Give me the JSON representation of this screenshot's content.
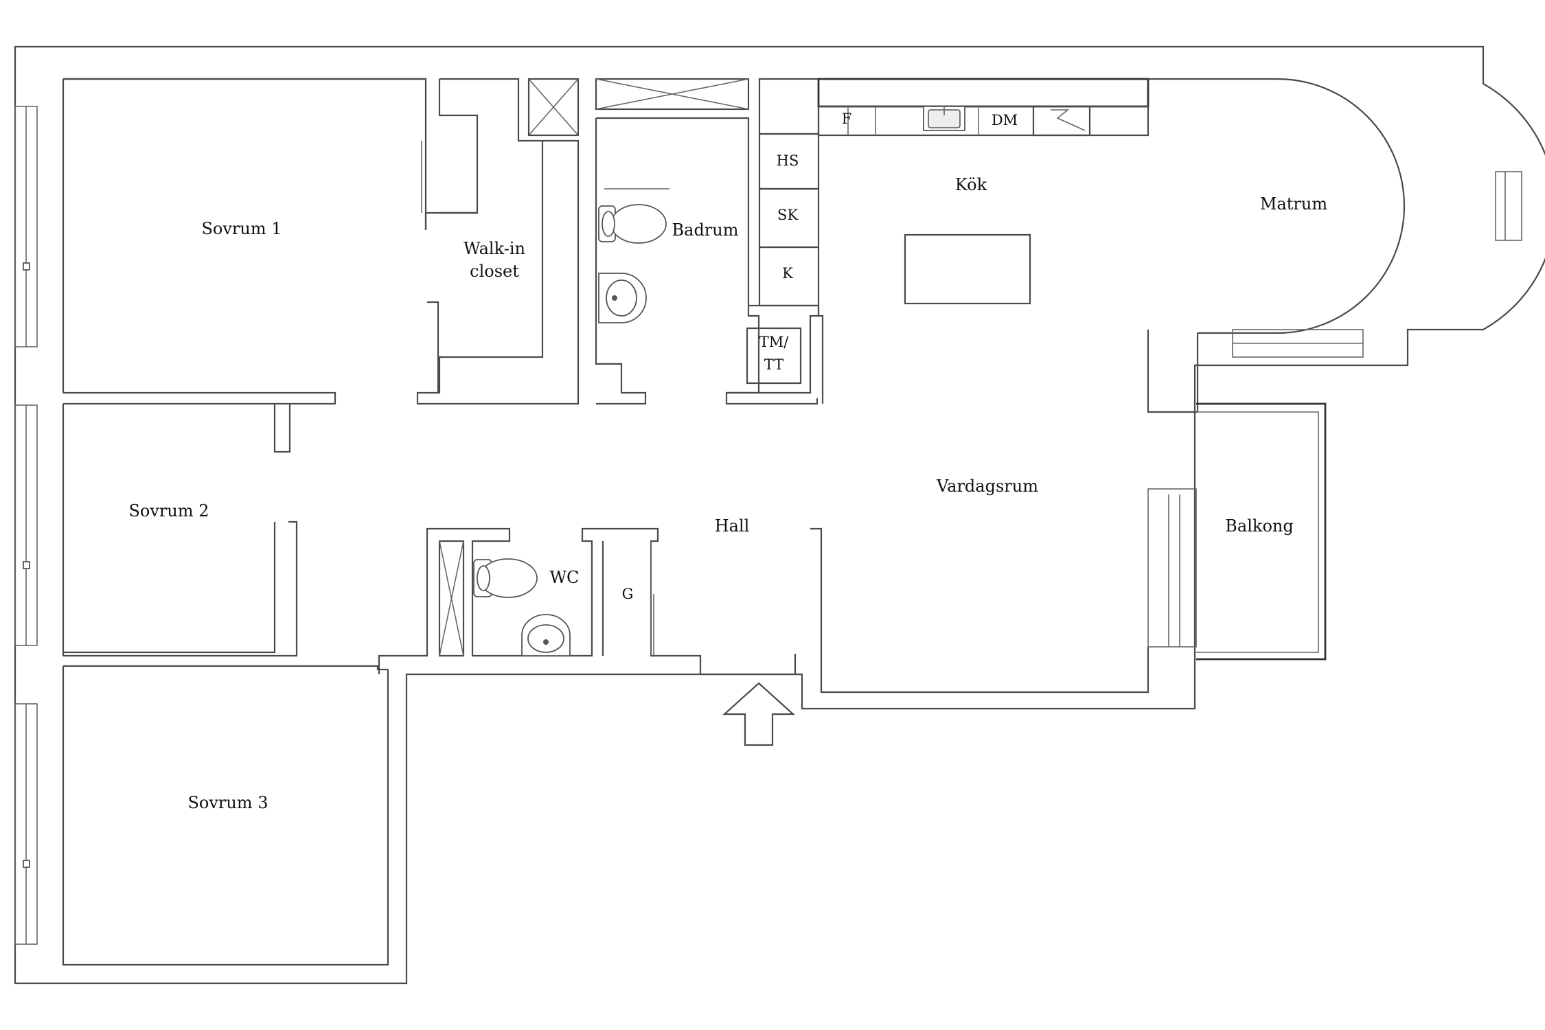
{
  "plan": {
    "rooms": {
      "sovrum1": "Sovrum 1",
      "sovrum2": "Sovrum 2",
      "sovrum3": "Sovrum 3",
      "walkin_line1": "Walk-in",
      "walkin_line2": "closet",
      "badrum": "Badrum",
      "kok": "Kök",
      "matrum": "Matrum",
      "vardagsrum": "Vardagsrum",
      "hall": "Hall",
      "wc": "WC",
      "balkong": "Balkong"
    },
    "fixtures": {
      "hs": "HS",
      "sk": "SK",
      "k": "K",
      "tmtt_line1": "TM/",
      "tmtt_line2": "TT",
      "f": "F",
      "dm": "DM",
      "g": "G"
    },
    "colors": {
      "wall": "#4a4a4a",
      "text": "#111111",
      "background": "#ffffff"
    }
  }
}
